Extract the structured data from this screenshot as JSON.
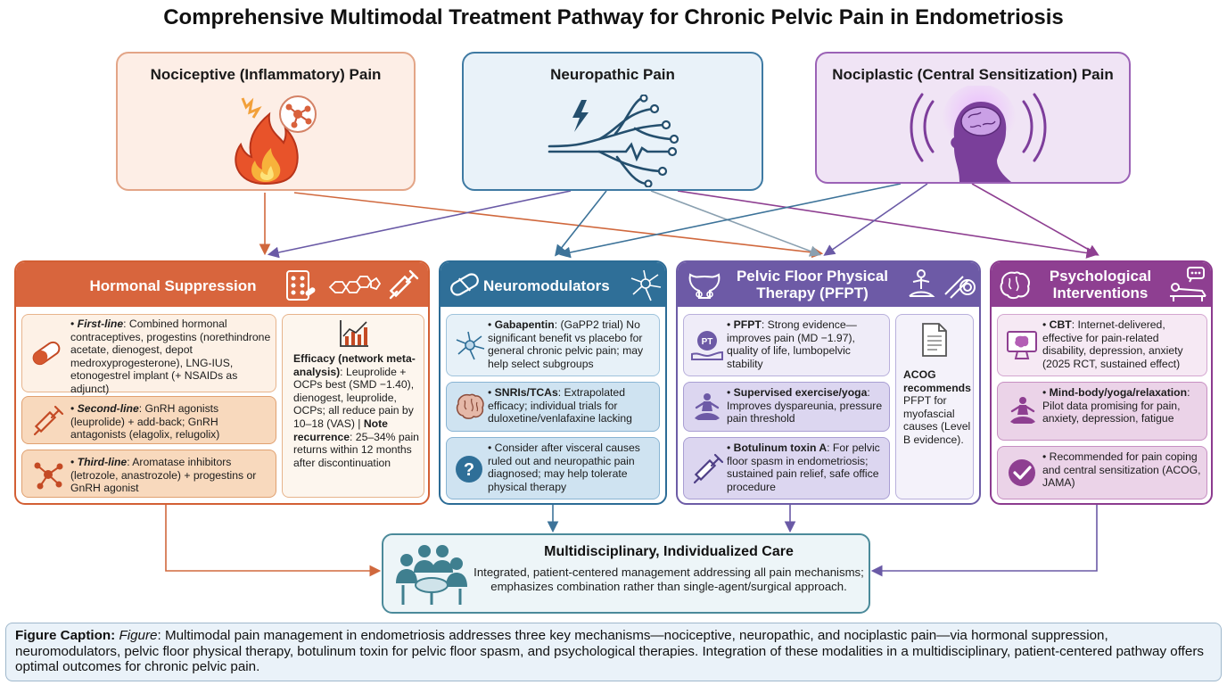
{
  "title": "Comprehensive Multimodal Treatment Pathway for Chronic Pelvic Pain in Endometriosis",
  "mechanisms": {
    "nociceptive": "Nociceptive (Inflammatory) Pain",
    "neuropathic": "Neuropathic Pain",
    "nociplastic": "Nociplastic (Central Sensitization) Pain"
  },
  "colors": {
    "orange": "#d8653d",
    "blue": "#2f6f98",
    "purple": "#6d5aa6",
    "magenta": "#8e3f91",
    "teal": "#4b8a9a"
  },
  "hormonal": {
    "title": "Hormonal Suppression",
    "items": [
      {
        "label": "First-line",
        "text": ": Combined hormonal contraceptives, progestins (norethindrone acetate, dienogest, depot medroxyprogesterone), LNG-IUS, etonogestrel implant (+ NSAIDs as adjunct)",
        "icon": "pill-capsule-icon"
      },
      {
        "label": "Second-line",
        "text": ": GnRH agonists (leuprolide) + add-back; GnRH antagonists (elagolix, relugolix)",
        "icon": "syringe-icon"
      },
      {
        "label": "Third-line",
        "text": ": Aromatase inhibitors (letrozole, anastrozole) + progestins or GnRH agonist",
        "icon": "molecule-icon"
      }
    ],
    "efficacy": {
      "label": "Efficacy (network meta-analysis)",
      "text": ": Leuprolide + OCPs best (SMD −1.40), dienogest, leuprolide, OCPs; all reduce pain by 10–18 (VAS) | ",
      "note_label": "Note recurrence",
      "note_text": ": 25–34% pain returns within 12 months after discontinuation"
    }
  },
  "neuromodulators": {
    "title": "Neuromodulators",
    "items": [
      {
        "label": "Gabapentin",
        "text": ": (GaPP2 trial) No significant benefit vs placebo for general chronic pelvic pain; may help select subgroups",
        "icon": "neuron-icon"
      },
      {
        "label": "SNRIs/TCAs",
        "text": ": Extrapolated efficacy; individual trials for duloxetine/venlafaxine lacking",
        "icon": "brain-icon"
      },
      {
        "label": "",
        "text": "Consider after visceral causes ruled out and neuropathic pain diagnosed; may help tolerate physical therapy",
        "icon": "question-icon"
      }
    ]
  },
  "pfpt": {
    "title": "Pelvic Floor Physical Therapy (PFPT)",
    "items": [
      {
        "label": "PFPT",
        "text": ": Strong evidence—improves pain (MD −1.97), quality of life, lumbopelvic stability",
        "icon": "pt-hand-icon"
      },
      {
        "label": "Supervised exercise/yoga",
        "text": ": Improves dyspareunia, pressure pain threshold",
        "icon": "meditation-icon"
      },
      {
        "label": "Botulinum toxin A",
        "text": ": For pelvic floor spasm in endometriosis; sustained pain relief, safe office procedure",
        "icon": "syringe-icon"
      }
    ],
    "acog": {
      "label": "ACOG recommends",
      "text": " PFPT for myofascial causes (Level B evidence)."
    }
  },
  "psych": {
    "title": "Psychological Interventions",
    "items": [
      {
        "label": "CBT",
        "text": ": Internet-delivered, effective for pain-related disability, depression, anxiety (2025 RCT, sustained effect)",
        "icon": "monitor-icon"
      },
      {
        "label": "Mind-body/yoga/relaxation",
        "text": ": Pilot data promising for pain, anxiety, depression, fatigue",
        "icon": "meditation-icon"
      },
      {
        "label": "",
        "text": "Recommended for pain coping and central sensitization (ACOG, JAMA)",
        "icon": "check-icon"
      }
    ]
  },
  "care": {
    "title": "Multidisciplinary, Individualized Care",
    "text": "Integrated, patient-centered management addressing all pain mechanisms; emphasizes combination rather than single-agent/surgical approach."
  },
  "caption": {
    "label": "Figure Caption:",
    "figure": "Figure",
    "text": ": Multimodal pain management in endometriosis addresses three key mechanisms—nociceptive, neuropathic, and nociplastic pain—via hormonal suppression, neuromodulators, pelvic floor physical therapy, botulinum toxin for pelvic floor spasm, and psychological therapies. Integration of these modalities in a multidisciplinary, patient-centered pathway offers optimal outcomes for chronic pelvic pain."
  }
}
